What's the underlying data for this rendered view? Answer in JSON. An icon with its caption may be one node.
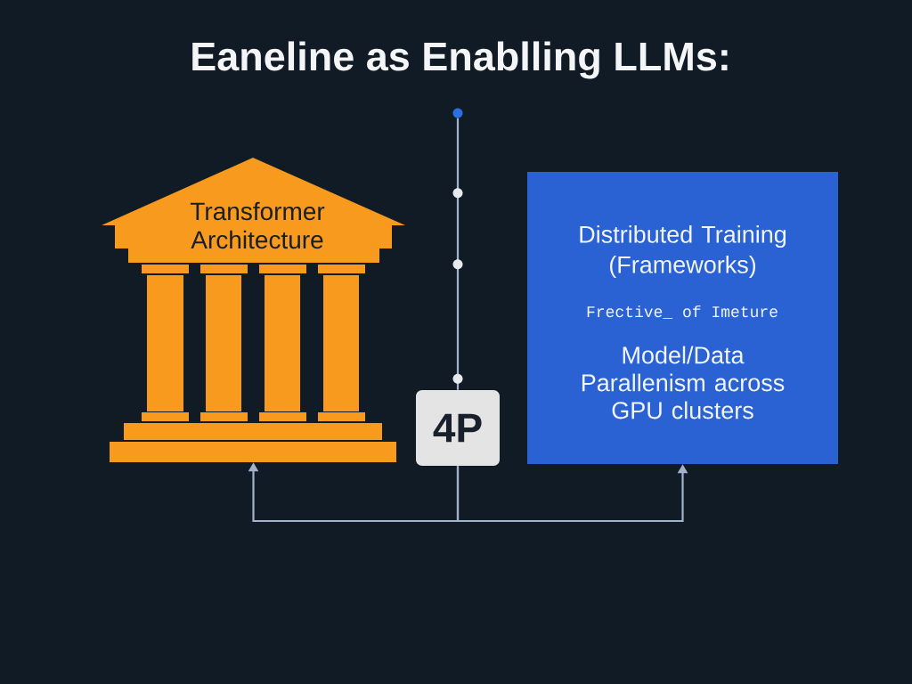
{
  "diagram": {
    "title": "Eaneline as Enablling LLMs:",
    "nodes": [
      {
        "text": [
          "Transformer Architecture"
        ]
      },
      {
        "text": [],
        "shape": "circle"
      },
      {
        "text": [
          "4P"
        ]
      },
      {
        "text": [
          "Distributed Training (Frameworks)",
          "Frective_ of Imeture",
          "Model/Data Parallenism across GPU clusters"
        ]
      }
    ],
    "edges": [
      {
        "from": 1,
        "to": 2,
        "arrow": "none"
      },
      {
        "from": 2,
        "to": 0,
        "arrow": "to"
      },
      {
        "from": 2,
        "to": 3,
        "arrow": "to"
      }
    ]
  }
}
